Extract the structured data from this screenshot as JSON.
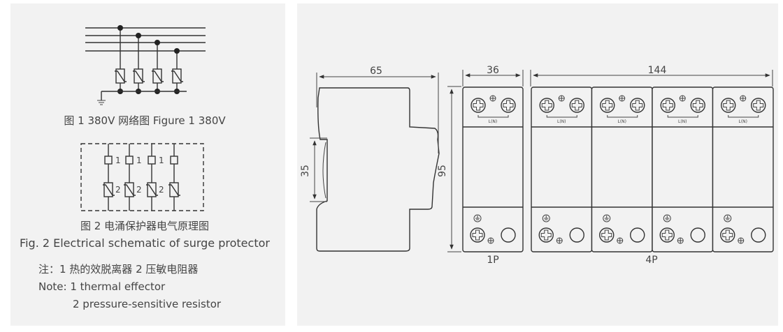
{
  "left": {
    "fig1_caption": "图 1 380V 网络图 Figure 1 380V",
    "fig2_caption_cn": "图 2 电涌保护器电气原理图",
    "fig2_caption_en": "Fig. 2 Electrical schematic of surge protector",
    "fuse_label": "1",
    "varistor_label": "2",
    "note_cn": "注：1 热的效脱离器  2 压敏电阻器",
    "note_en_1": "Note: 1 thermal effector",
    "note_en_2": "2 pressure-sensitive resistor"
  },
  "right": {
    "dim_depth": "65",
    "dim_rail": "35",
    "dim_height": "95",
    "dim_width_1p": "36",
    "dim_width_4p": "144",
    "terminal_label": "L(N)",
    "label_1p": "1P",
    "label_4p": "4P"
  }
}
